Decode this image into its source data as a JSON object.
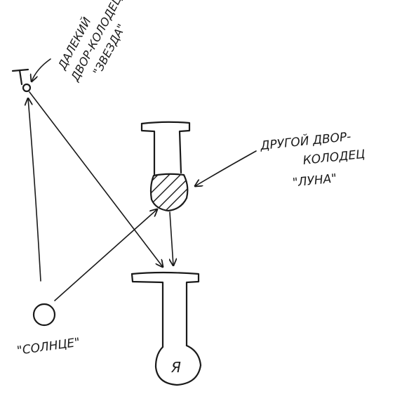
{
  "labels": {
    "far_well": [
      "ДАЛЕКИЙ",
      "ДВОР-КОЛОДЕЦ",
      "\"ЗВЕЗДА\""
    ],
    "other_well": [
      "ДРУГОЙ ДВОР-",
      "КОЛОДЕЦ",
      "\"ЛУНА\""
    ],
    "sun": "\"СОЛНЦЕ\"",
    "me": "Я"
  },
  "colors": {
    "ink": "#1a1a1a",
    "paper": "#ffffff"
  }
}
